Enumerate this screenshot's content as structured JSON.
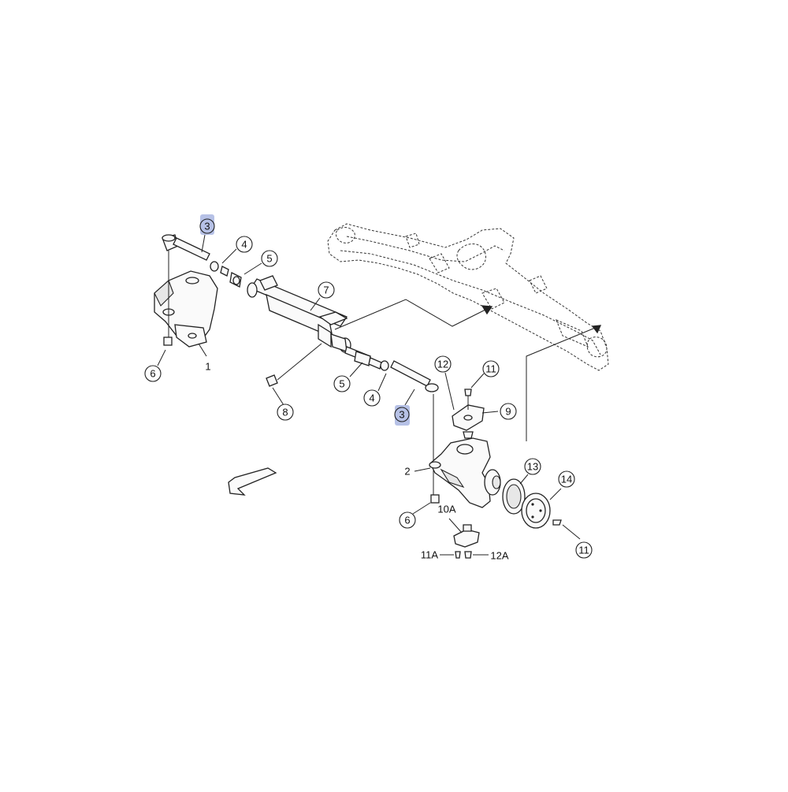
{
  "diagram": {
    "callouts": [
      {
        "id": "c3-top",
        "label": "3",
        "highlighted": true
      },
      {
        "id": "c4-top",
        "label": "4"
      },
      {
        "id": "c5-top",
        "label": "5"
      },
      {
        "id": "c7",
        "label": "7"
      },
      {
        "id": "c6-left",
        "label": "6"
      },
      {
        "id": "c5-bot",
        "label": "5"
      },
      {
        "id": "c4-bot",
        "label": "4"
      },
      {
        "id": "c3-bot",
        "label": "3",
        "highlighted": true
      },
      {
        "id": "c8",
        "label": "8"
      },
      {
        "id": "c12",
        "label": "12"
      },
      {
        "id": "c11-top",
        "label": "11"
      },
      {
        "id": "c9",
        "label": "9"
      },
      {
        "id": "c13",
        "label": "13"
      },
      {
        "id": "c14",
        "label": "14"
      },
      {
        "id": "c11-bot",
        "label": "11"
      },
      {
        "id": "c6-right",
        "label": "6"
      }
    ],
    "tags": [
      {
        "id": "t1",
        "label": "1"
      },
      {
        "id": "t2",
        "label": "2"
      },
      {
        "id": "t10a",
        "label": "10A"
      },
      {
        "id": "t11a",
        "label": "11A"
      },
      {
        "id": "t12a",
        "label": "12A"
      }
    ],
    "highlight_color": "#a9b6e2",
    "line_color": "#222222"
  }
}
